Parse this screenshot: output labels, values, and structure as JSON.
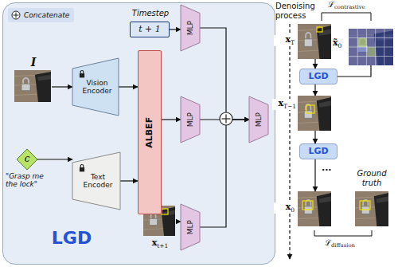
{
  "diagram": {
    "nodes": [
      {
        "text": [
          "LGD"
        ]
      },
      {
        "text": [
          "Timestep",
          "t + 1"
        ],
        "in": 0
      },
      {
        "text": [
          "I"
        ],
        "in": 0
      },
      {
        "text": [
          "Vision Encoder"
        ],
        "in": 0
      },
      {
        "text": [
          "ALBEF"
        ],
        "in": 0
      },
      {
        "text": [
          "MLP"
        ],
        "in": 0
      },
      {
        "text": [
          "MLP"
        ],
        "in": 0
      },
      {
        "text": [
          "MLP"
        ],
        "in": 0
      },
      {
        "text": [
          "c",
          "\"Grasp me the lock\""
        ],
        "in": 0
      },
      {
        "text": [
          "Text Encoder"
        ],
        "in": 0
      },
      {
        "text": [
          "xt+1"
        ],
        "in": 0
      },
      {
        "text": [
          "MLP"
        ],
        "in": 0
      },
      {
        "text": [
          "xT"
        ]
      },
      {
        "text": [
          "x̃0"
        ]
      },
      {
        "text": [
          "LGD"
        ]
      },
      {
        "text": [
          "xT−1"
        ]
      },
      {
        "text": [
          "LGD"
        ]
      },
      {
        "text": [
          "x0"
        ]
      },
      {
        "text": [
          "Ground truth"
        ]
      }
    ],
    "edges": [
      {
        "from": 2,
        "to": 3,
        "arrow": "to"
      },
      {
        "from": 3,
        "to": 4,
        "arrow": "to"
      },
      {
        "from": 8,
        "to": 9,
        "arrow": "to"
      },
      {
        "from": 9,
        "to": 4,
        "arrow": "to"
      },
      {
        "from": 1,
        "to": 5,
        "arrow": "to"
      },
      {
        "from": 4,
        "to": 6,
        "arrow": "to"
      },
      {
        "from": 10,
        "to": 11,
        "arrow": "to"
      },
      {
        "from": 5,
        "to": 7,
        "arrow": "to"
      },
      {
        "from": 6,
        "to": 7,
        "arrow": "to"
      },
      {
        "from": 11,
        "to": 7,
        "arrow": "to"
      },
      {
        "from": 12,
        "to": 14,
        "arrow": "to"
      },
      {
        "from": 14,
        "to": 13,
        "arrow": "none"
      },
      {
        "from": 14,
        "to": 15,
        "arrow": "to"
      },
      {
        "from": 15,
        "to": 16,
        "arrow": "to"
      },
      {
        "from": 16,
        "to": 17,
        "arrow": "to"
      }
    ],
    "labels": [
      "Denoising process",
      "ℒcontrastive",
      "...",
      "ℒdiffusion"
    ],
    "legend": [
      {
        "text": "Concatenate"
      }
    ]
  }
}
